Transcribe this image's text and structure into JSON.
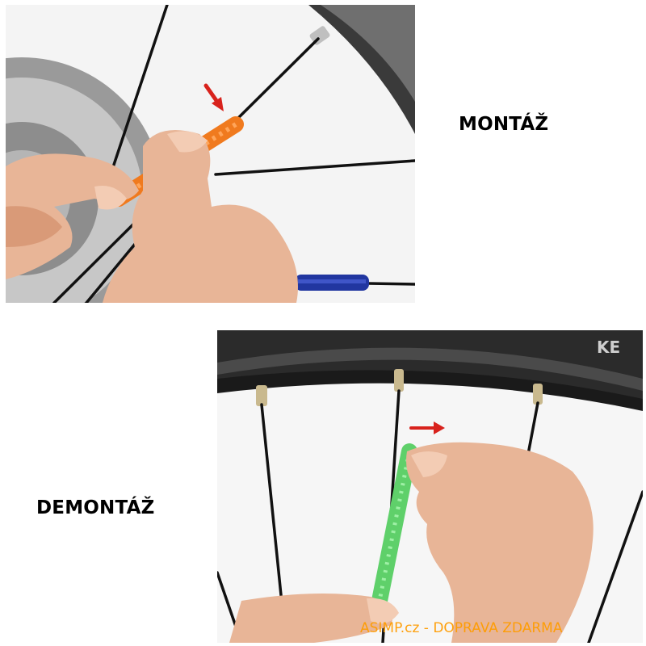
{
  "captions": {
    "mount": "MONTÁŽ",
    "dismount": "DEMONTÁŽ"
  },
  "watermark": "ASIMP.cz - DOPRAVA ZDARMA",
  "tire_lettering": "KE",
  "colors": {
    "background": "#ffffff",
    "caption_text": "#000000",
    "watermark": "#ff9c00",
    "arrow": "#d8221c",
    "cover_orange": "#f07a1e",
    "cover_blue": "#2136a0",
    "cover_green": "#5fd06a",
    "spoke": "#111111",
    "tire": "#2b2b2b",
    "skin": "#e8b597"
  }
}
